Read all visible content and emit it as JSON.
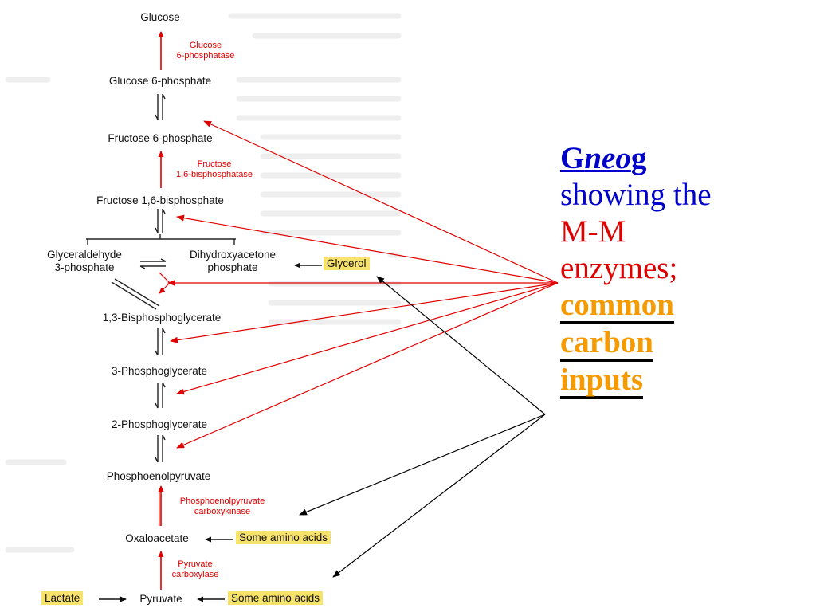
{
  "diagram": {
    "nodes": {
      "glucose": "Glucose",
      "g6p": "Glucose 6-phosphate",
      "f6p": "Fructose 6-phosphate",
      "f16bp": "Fructose 1,6-bisphosphate",
      "gap_line1": "Glyceraldehyde",
      "gap_line2": "3-phosphate",
      "dhap_line1": "Dihydroxyacetone",
      "dhap_line2": "phosphate",
      "glycerol": "Glycerol",
      "bpg13": "1,3-Bisphosphoglycerate",
      "pg3": "3-Phosphoglycerate",
      "pg2": "2-Phosphoglycerate",
      "pep": "Phosphoenolpyruvate",
      "oaa": "Oxaloacetate",
      "amino_oaa": "Some amino acids",
      "lactate": "Lactate",
      "pyruvate": "Pyruvate",
      "amino_pyr": "Some amino acids"
    },
    "enzymes": {
      "g6pase_1": "Glucose",
      "g6pase_2": "6-phosphatase",
      "fbpase_1": "Fructose",
      "fbpase_2": "1,6-bisphosphatase",
      "pepck_1": "Phosphoenolpyruvate",
      "pepck_2": "carboxykinase",
      "pc_1": "Pyruvate",
      "pc_2": "carboxylase"
    }
  },
  "panel": {
    "title_g": "G",
    "title_neo": "neo",
    "title_g2": "g",
    "line2": "showing the",
    "line3": "M-M",
    "line4": "enzymes;",
    "line5": "common",
    "line6": "carbon",
    "line7": "inputs"
  },
  "colors": {
    "enzyme_red": "#e00000",
    "highlight_yellow": "#f7e26b",
    "panel_blue": "#0000cc",
    "panel_orange": "#f59a00"
  }
}
